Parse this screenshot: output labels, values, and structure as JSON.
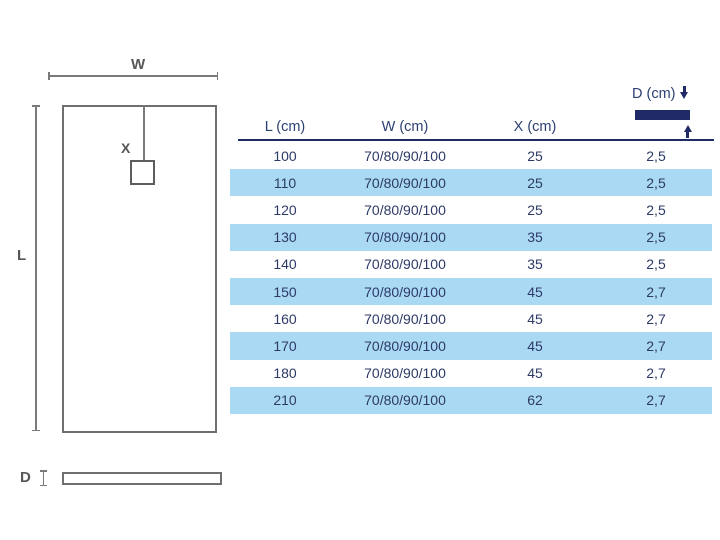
{
  "diagram": {
    "width_label": "W",
    "length_label": "L",
    "drain_offset_label": "X",
    "depth_label": "D"
  },
  "table": {
    "headers": {
      "length": "L (cm)",
      "width": "W (cm)",
      "drain_offset": "X (cm)",
      "depth": "D (cm)"
    },
    "rows": [
      {
        "length": "100",
        "width": "70/80/90/100",
        "drain_offset": "25",
        "depth": "2,5"
      },
      {
        "length": "110",
        "width": "70/80/90/100",
        "drain_offset": "25",
        "depth": "2,5"
      },
      {
        "length": "120",
        "width": "70/80/90/100",
        "drain_offset": "25",
        "depth": "2,5"
      },
      {
        "length": "130",
        "width": "70/80/90/100",
        "drain_offset": "35",
        "depth": "2,5"
      },
      {
        "length": "140",
        "width": "70/80/90/100",
        "drain_offset": "35",
        "depth": "2,5"
      },
      {
        "length": "150",
        "width": "70/80/90/100",
        "drain_offset": "45",
        "depth": "2,7"
      },
      {
        "length": "160",
        "width": "70/80/90/100",
        "drain_offset": "45",
        "depth": "2,7"
      },
      {
        "length": "170",
        "width": "70/80/90/100",
        "drain_offset": "45",
        "depth": "2,7"
      },
      {
        "length": "180",
        "width": "70/80/90/100",
        "drain_offset": "45",
        "depth": "2,7"
      },
      {
        "length": "210",
        "width": "70/80/90/100",
        "drain_offset": "62",
        "depth": "2,7"
      }
    ]
  },
  "colors": {
    "row_highlight": "#aad9f3",
    "header_rule": "#1f2a66",
    "table_text": "#2d3a66",
    "diagram_line_gray": "#6f6f6f"
  }
}
